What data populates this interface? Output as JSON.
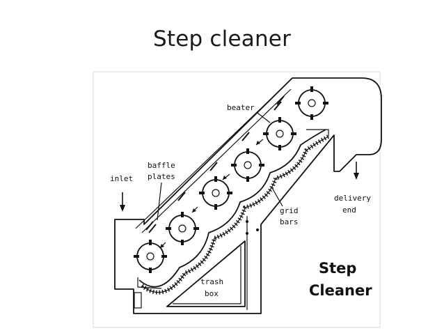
{
  "slide": {
    "title": "Step cleaner"
  },
  "diagram": {
    "labels": {
      "beater": "beater",
      "baffle_line1": "baffle",
      "baffle_line2": "plates",
      "inlet": "inlet",
      "delivery_line1": "delivery",
      "delivery_line2": "end",
      "grid_line1": "grid",
      "grid_line2": "bars",
      "trash_line1": "trash",
      "trash_line2": "box"
    },
    "caption_line1": "Step",
    "caption_line2": "Cleaner"
  }
}
